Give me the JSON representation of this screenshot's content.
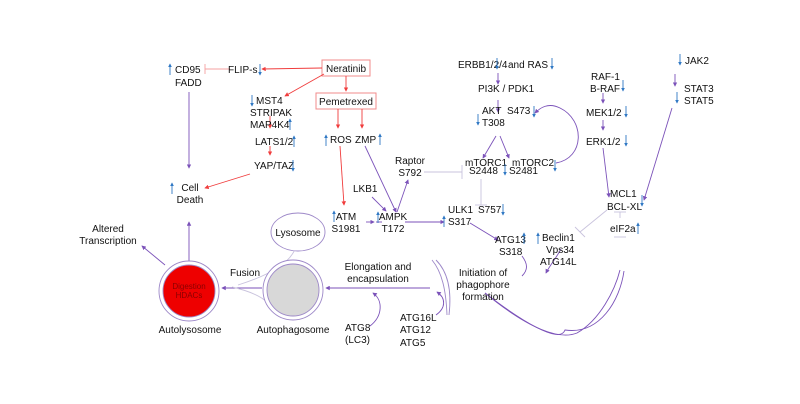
{
  "drugs": {
    "neratinib": "Neratinib",
    "pemetrexed": "Pemetrexed"
  },
  "nodes": {
    "cd95": "CD95",
    "fadd": "FADD",
    "flips": "FLIP-s",
    "mst4": "MST4",
    "stripak": "STRIPAK",
    "map4k4": "MAP4K4",
    "lats": "LATS1/2",
    "yaptaz": "YAP/TAZ",
    "cell": "Cell",
    "death": "Death",
    "ros": "ROS",
    "zmp": "ZMP",
    "atm": "ATM",
    "atm_site": "S1981",
    "lkb1": "LKB1",
    "ampk": "AMPK",
    "ampk_site": "T172",
    "raptor": "Raptor",
    "raptor_site": "S792",
    "erbb": "ERBB1/2/4",
    "and_ras": "and RAS",
    "pi3k": "PI3K / PDK1",
    "akt": "AKT",
    "akt_t308": "T308",
    "akt_s473": "S473",
    "mtorc1": "mTORC1",
    "mtorc1_site": "S2448",
    "mtorc2": "mTORC2",
    "mtorc2_site": "S2481",
    "ulk1": "ULK1",
    "ulk1_site": "S317",
    "s757": "S757",
    "atg13": "ATG13",
    "atg13_site": "S318",
    "beclin1": "Beclin1",
    "vps34": "Vps34",
    "atg14l": "ATG14L",
    "raf1": "RAF-1",
    "braf": "B-RAF",
    "mek": "MEK1/2",
    "erk": "ERK1/2",
    "jak2": "JAK2",
    "stat3": "STAT3",
    "stat5": "STAT5",
    "mcl1": "MCL1",
    "bclxl": "BCL-XL",
    "eif2a": "eIF2a",
    "initiation1": "Initiation of",
    "initiation2": "phagophore",
    "initiation3": "formation",
    "elongation1": "Elongation and",
    "elongation2": "encapsulation",
    "atg16l": "ATG16L",
    "atg12": "ATG12",
    "atg5": "ATG5",
    "atg8": "ATG8",
    "lc3": "(LC3)",
    "lysosome": "Lysosome",
    "fusion": "Fusion",
    "autophagosome": "Autophagosome",
    "autolysosome": "Autolysosome",
    "digestion": "Digestion",
    "hdacs": "HDACs",
    "altered1": "Altered",
    "altered2": "Transcription"
  },
  "colors": {
    "drug_arrow": "#f03c3c",
    "pathway_arrow": "#7b52b9",
    "change_arrow": "#2f78c4",
    "autolysosome_fill": "#ee0000",
    "autophagosome_fill": "#d8d8d8"
  }
}
